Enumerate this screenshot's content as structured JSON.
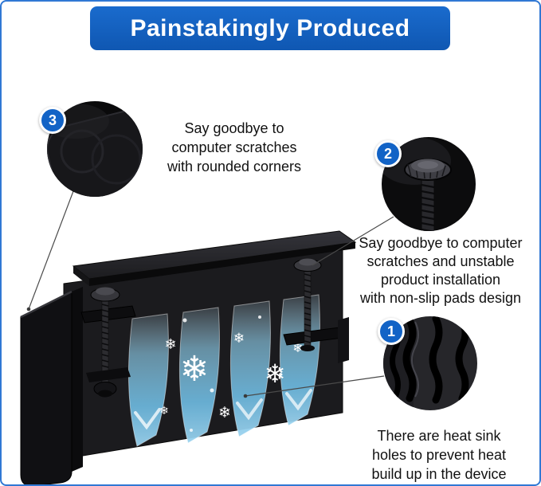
{
  "header": {
    "title": "Painstakingly Produced"
  },
  "callouts": [
    {
      "number": "3",
      "lines": [
        "Say goodbye to",
        "computer scratches",
        "with rounded corners"
      ]
    },
    {
      "number": "2",
      "lines": [
        "Say goodbye to computer",
        "scratches and unstable",
        "product installation",
        "with non-slip pads design"
      ]
    },
    {
      "number": "1",
      "lines": [
        "There are heat sink",
        "holes to prevent heat",
        "build up in the device"
      ]
    }
  ],
  "icons": {
    "snowflake": "❄"
  },
  "colors": {
    "frame_blue": "#3078d4",
    "banner_blue_top": "#1a6bcd",
    "banner_blue_bottom": "#0f57b2",
    "badge_blue": "#1263c6",
    "airflow_blue": "#7cc3e8",
    "product_black": "#1a1a1c",
    "text_black": "#111111",
    "background_white": "#ffffff"
  }
}
